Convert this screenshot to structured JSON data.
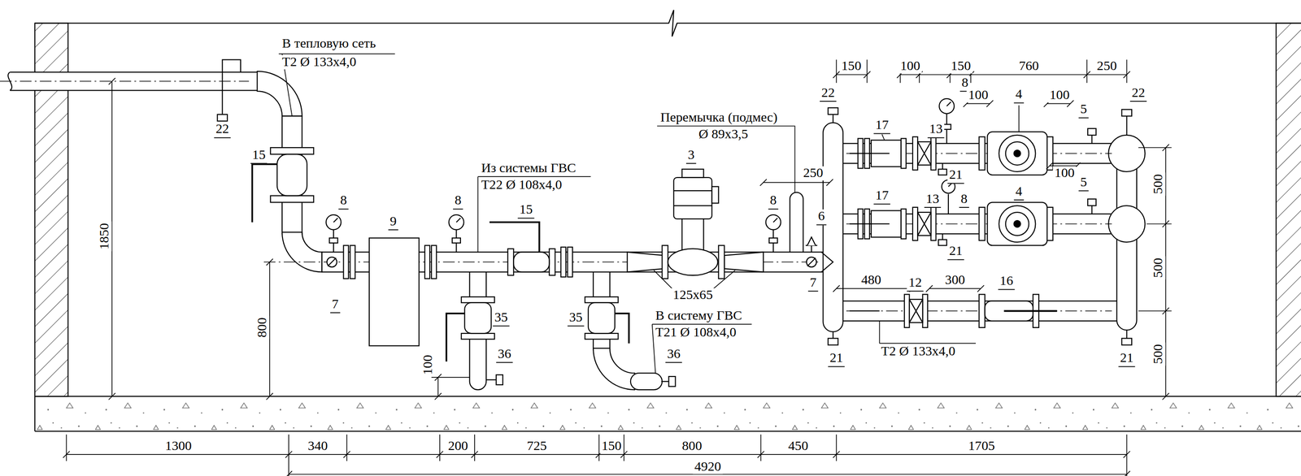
{
  "diagram": {
    "labels": [
      "В тепловую сеть",
      "Т2 Ø 133x4,0",
      "22",
      "15",
      "8",
      "9",
      "8",
      "Из системы ГВС",
      "Т22 Ø 108x4,0",
      "15",
      "3",
      "Перемычка (подмес)",
      "Ø 89x3,5",
      "250",
      "8",
      "6",
      "7",
      "7",
      "125x65",
      "35",
      "36",
      "35",
      "В систему ГВС",
      "Т21 Ø 108x4,0",
      "36",
      "100",
      "800",
      "1850",
      "22",
      "150",
      "17",
      "100",
      "13",
      "8",
      "150",
      "760",
      "100",
      "4",
      "100",
      "250",
      "22",
      "5",
      "100",
      "21",
      "17",
      "13",
      "8",
      "4",
      "5",
      "500",
      "500",
      "500",
      "21",
      "480",
      "12",
      "300",
      "16",
      "Т2 Ø 133x4,0",
      "21",
      "21",
      "1300",
      "340",
      "200",
      "725",
      "150",
      "800",
      "450",
      "1705",
      "4920"
    ]
  }
}
